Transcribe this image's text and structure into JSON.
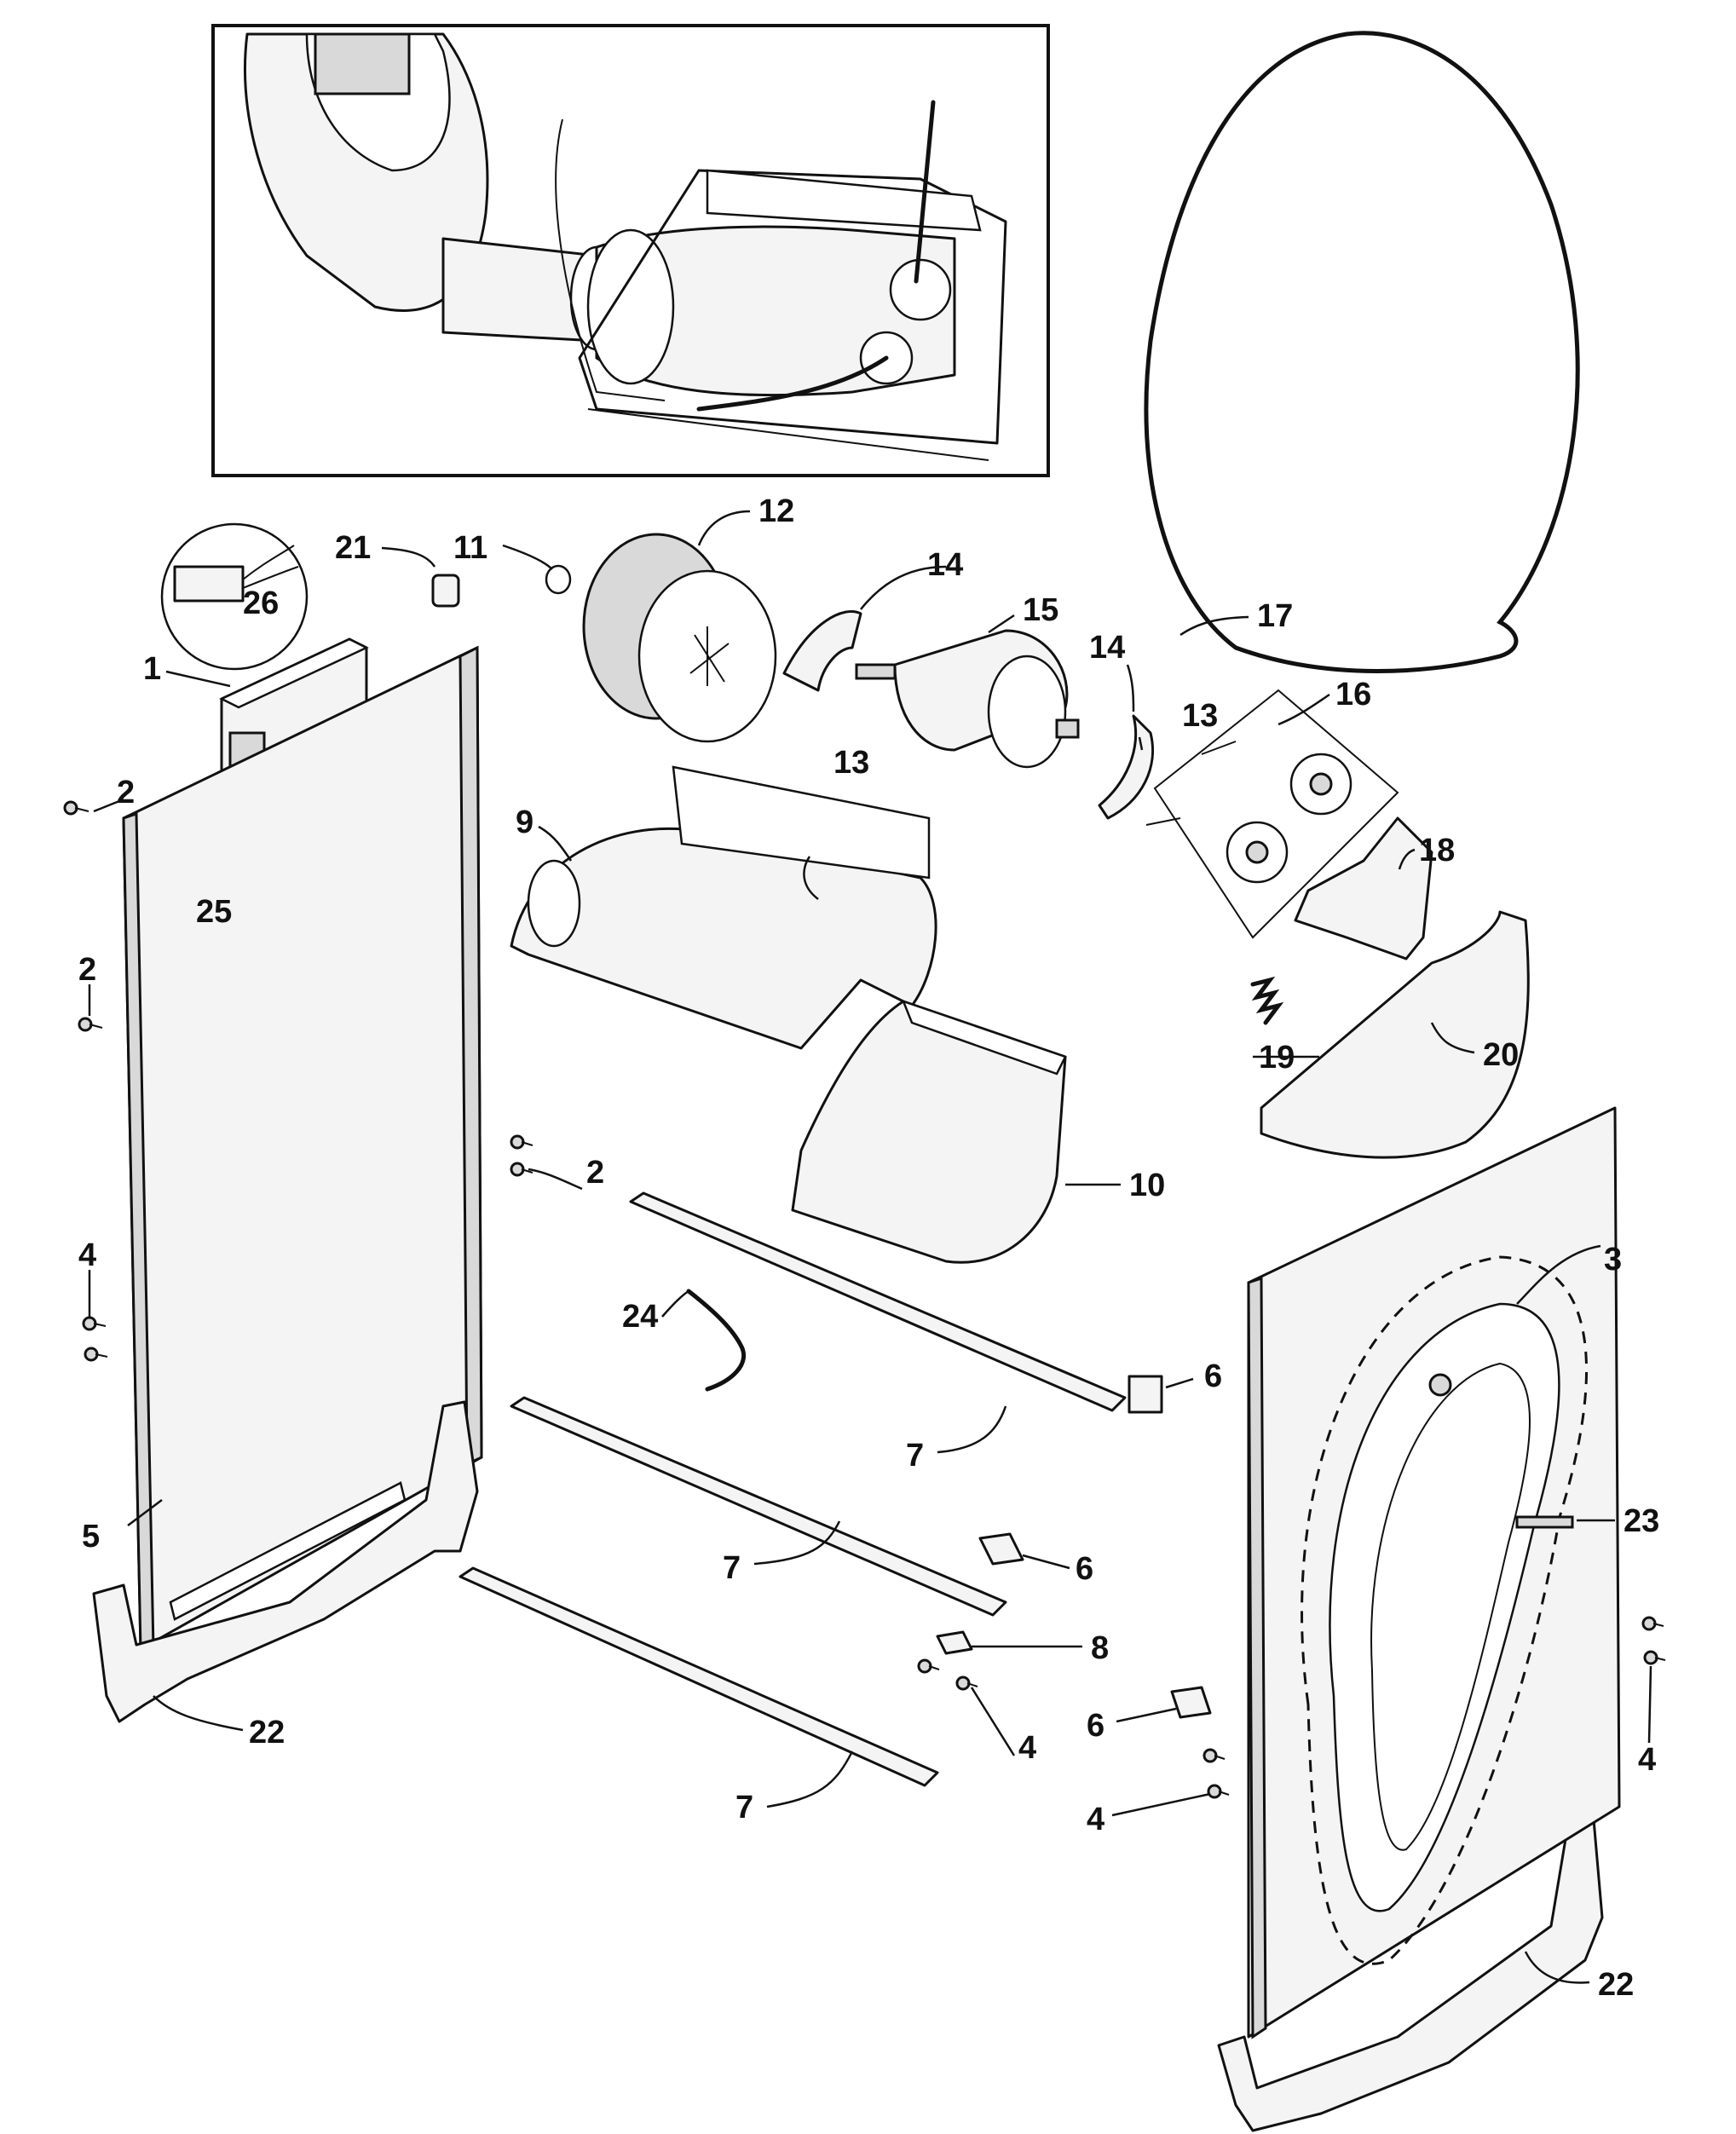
{
  "callouts": {
    "c1": "1",
    "c2a": "2",
    "c2b": "2",
    "c2c": "2",
    "c3": "3",
    "c4a": "4",
    "c4b": "4",
    "c4c": "4",
    "c4d": "4",
    "c5": "5",
    "c6a": "6",
    "c6b": "6",
    "c6c": "6",
    "c7a": "7",
    "c7b": "7",
    "c7c": "7",
    "c8": "8",
    "c9": "9",
    "c10": "10",
    "c11": "11",
    "c12": "12",
    "c13a": "13",
    "c13b": "13",
    "c14a": "14",
    "c14b": "14",
    "c15": "15",
    "c16": "16",
    "c17": "17",
    "c18": "18",
    "c19": "19",
    "c20": "20",
    "c21": "21",
    "c22a": "22",
    "c22b": "22",
    "c23": "23",
    "c24": "24",
    "c25": "25",
    "c26": "26"
  }
}
